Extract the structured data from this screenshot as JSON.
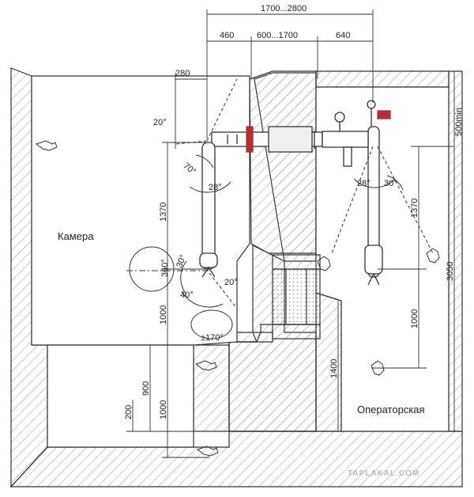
{
  "labels": {
    "chamber": "Камера",
    "operator_room": "Операторская",
    "watermark": "TAPLAKAL.COM"
  },
  "dimensions": {
    "top_total": "1700...2800",
    "seg_left": "460",
    "seg_mid": "600...1700",
    "seg_right": "640",
    "reach_left": "280",
    "min_gap": "500min",
    "angle_top": "20°",
    "angle_70": "70°",
    "angle_28_left": "28°",
    "angle_28_right": "28°",
    "angle_30_right": "30°",
    "angle_20_low": "20°",
    "angle_40": "40°",
    "angle_30_low": "30°",
    "rot_360": "360°",
    "rot_170": "±170°",
    "left_1370": "1370",
    "left_1000": "1000",
    "left_900": "900",
    "left_200": "200",
    "left_1000_low": "1000",
    "right_1370": "1370",
    "right_1000": "1000",
    "right_1400": "1400",
    "right_3050": "3050"
  },
  "colors": {
    "line": "#333333",
    "hatch": "#9a9a9a",
    "accent": "#b03030"
  }
}
